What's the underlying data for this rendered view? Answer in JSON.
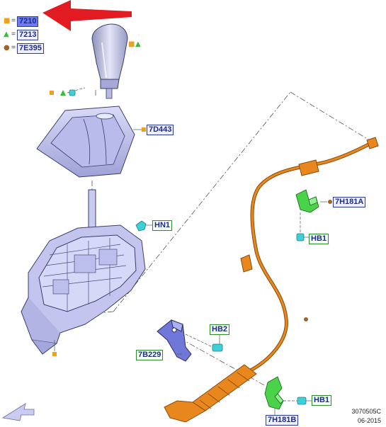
{
  "legend": {
    "items": [
      {
        "symbol": "square",
        "color": "#f0a020",
        "equals": "=",
        "code": "7210"
      },
      {
        "symbol": "triangle",
        "color": "#30c030",
        "equals": "=",
        "code": "7213"
      },
      {
        "symbol": "circle",
        "color": "#a0642a",
        "equals": "=",
        "code": "7E395"
      }
    ]
  },
  "callouts": {
    "boot": "7D443",
    "hn1": "HN1",
    "bracket_upper": "7H181A",
    "hb1_upper": "HB1",
    "hb2": "HB2",
    "bracket_plate": "7B229",
    "hb1_lower": "HB1",
    "bracket_lower": "7H181B"
  },
  "footer": {
    "doc_number": "3070505C",
    "doc_date": "06-2015"
  },
  "colors": {
    "part_fill": "#c9cbf0",
    "part_stroke": "#3a3d6e",
    "cable": "#e8871e",
    "bracket_green": "#4bd24b",
    "fastener_cyan": "#3fd0d6",
    "arrow_red": "#e21b22"
  }
}
